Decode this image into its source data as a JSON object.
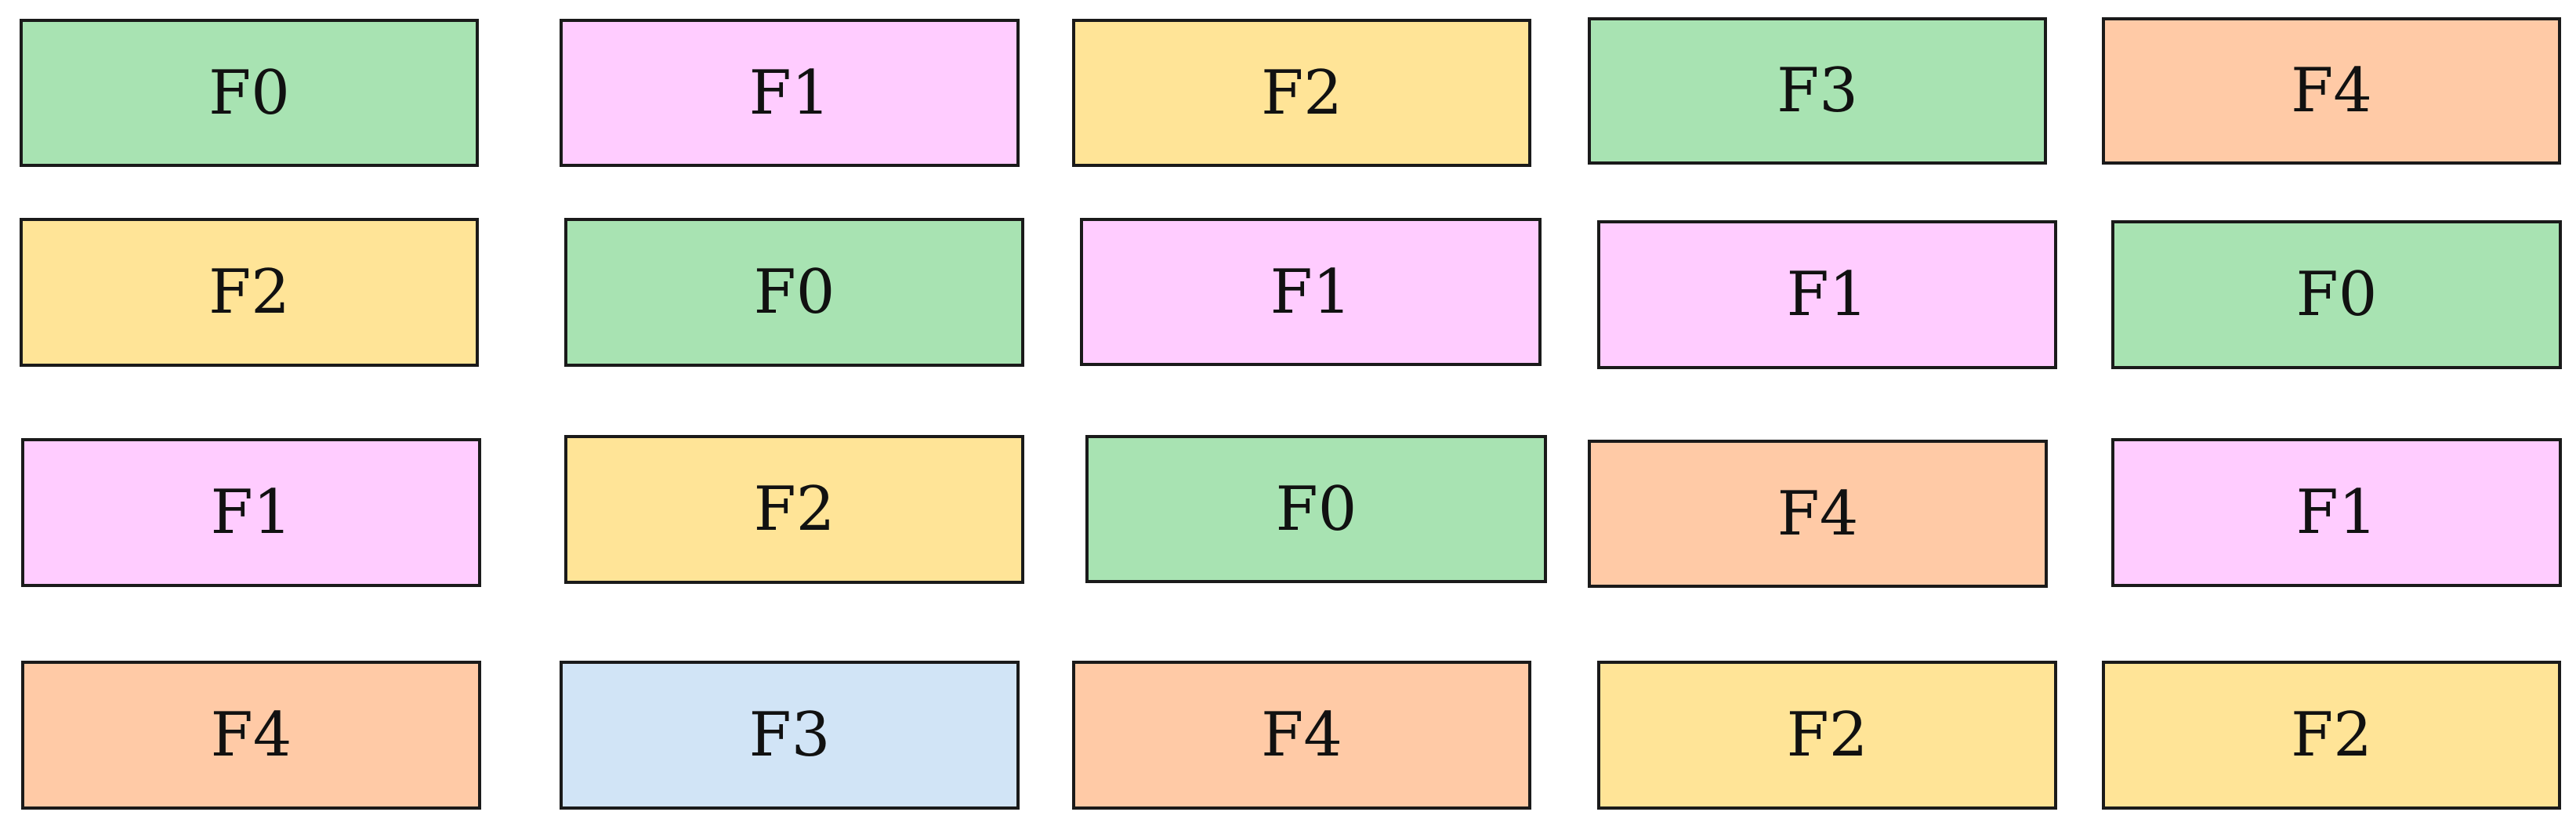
{
  "colors": {
    "green": "#a8e3b2",
    "pink": "#ffccff",
    "yellow": "#ffe497",
    "orange": "#ffcaa6",
    "blue": "#d1e4f6",
    "border": "#1a1a1a"
  },
  "rows": [
    [
      {
        "label": "F0",
        "color": "green"
      },
      {
        "label": "F1",
        "color": "pink"
      },
      {
        "label": "F2",
        "color": "yellow"
      },
      {
        "label": "F3",
        "color": "green"
      },
      {
        "label": "F4",
        "color": "orange"
      }
    ],
    [
      {
        "label": "F2",
        "color": "yellow"
      },
      {
        "label": "F0",
        "color": "green"
      },
      {
        "label": "F1",
        "color": "pink"
      },
      {
        "label": "F1",
        "color": "pink"
      },
      {
        "label": "F0",
        "color": "green"
      }
    ],
    [
      {
        "label": "F1",
        "color": "pink"
      },
      {
        "label": "F2",
        "color": "yellow"
      },
      {
        "label": "F0",
        "color": "green"
      },
      {
        "label": "F4",
        "color": "orange"
      },
      {
        "label": "F1",
        "color": "pink"
      }
    ],
    [
      {
        "label": "F4",
        "color": "orange"
      },
      {
        "label": "F3",
        "color": "blue"
      },
      {
        "label": "F4",
        "color": "orange"
      },
      {
        "label": "F2",
        "color": "yellow"
      },
      {
        "label": "F2",
        "color": "yellow"
      }
    ]
  ]
}
